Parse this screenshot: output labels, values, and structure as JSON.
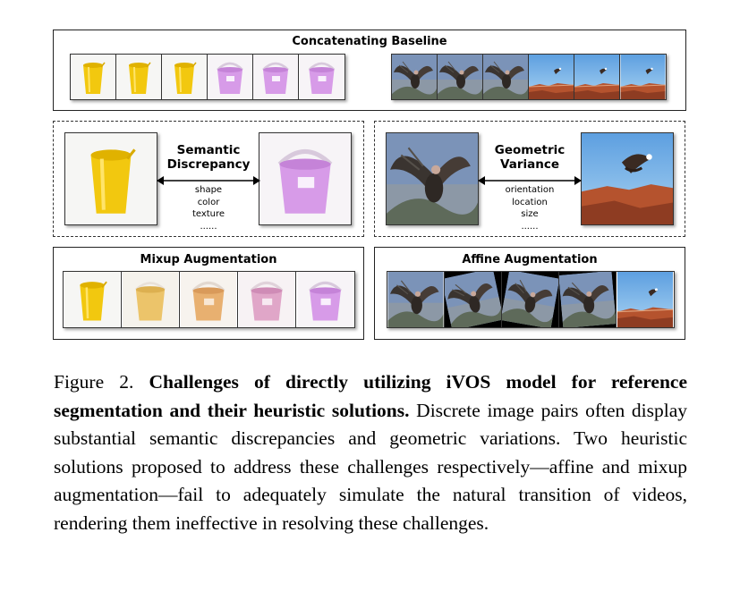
{
  "figure": {
    "panels": {
      "concatenating": {
        "title": "Concatenating Baseline"
      },
      "semantic": {
        "title_line1": "Semantic",
        "title_line2": "Discrepancy",
        "items": [
          "shape",
          "color",
          "texture",
          "......"
        ]
      },
      "geometric": {
        "title_line1": "Geometric",
        "title_line2": "Variance",
        "items": [
          "orientation",
          "location",
          "size",
          "......"
        ]
      },
      "mixup": {
        "title": "Mixup Augmentation"
      },
      "affine": {
        "title": "Affine Augmentation"
      }
    }
  },
  "caption": {
    "label": "Figure 2.",
    "bold": "Challenges of directly utilizing iVOS model for reference segmentation and their heuristic solutions.",
    "body": "Discrete image pairs often display substantial semantic discrepancies and geometric variations. Two heuristic solutions proposed to address these challenges respectively—affine and mixup augmentation—fail to adequately simulate the natural transition of videos, rendering them ineffective in resolving these challenges."
  },
  "colors": {
    "yellow_bucket": "#f2c80f",
    "purple_bucket": "#d79be8",
    "sky": "#7ab4e6",
    "canyon": "#b5532e"
  }
}
